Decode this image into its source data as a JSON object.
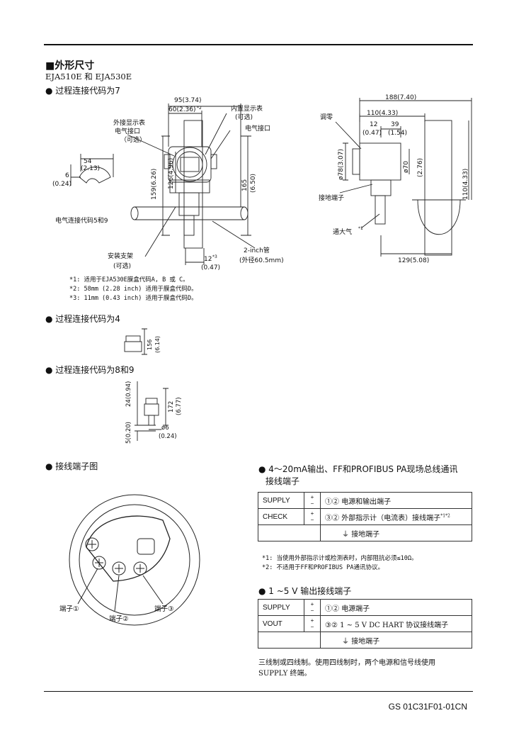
{
  "section_title": "■外形尺寸",
  "models": "EJA510E 和 EJA530E",
  "code7": {
    "heading": "● 过程连接代码为7",
    "dims_left": {
      "d95": "95(3.74)",
      "d60": "60(2.36)",
      "star2": "*2",
      "d54": "54",
      "d54in": "(2.13)",
      "d6": "6",
      "d6in": "(0.24)",
      "d159": "159(6.26)",
      "d126": "126(4.96)",
      "d165": "165",
      "d165in": "(6.50)",
      "d12": "12",
      "star3": "*3",
      "d12in": "(0.47)"
    },
    "labels_left": {
      "ext_display": "外接显示表",
      "elec_port1": "电气接口",
      "optional1": "（可选）",
      "int_display": "内置显示表",
      "optional2": "(可选)",
      "elec_port2": "电气接口",
      "elec_code": "电气连接代码5和9",
      "bracket": "安装支架",
      "optional3": "(可选)",
      "pipe": "2-inch管",
      "pipe_od": "(外径60.5mm)"
    },
    "dims_right": {
      "d188": "188(7.40)",
      "d110": "110(4.33)",
      "d12": "12",
      "d12in": "(0.47)",
      "d39": "39",
      "d39in": "(1.54)",
      "d78": "ø78(3.07)",
      "d70": "ø70",
      "d70in": "(2.76)",
      "d110v": "110(4.33)",
      "d129": "129(5.08)"
    },
    "labels_right": {
      "zero": "调零",
      "ground": "接地端子",
      "vent": "通大气",
      "vent_star": "*1"
    },
    "notes": [
      "*1:  适用于EJA530E膜盒代码A, B 或 C。",
      "*2:  58mm (2.28 inch) 适用于膜盒代码D。",
      "*3:  11mm (0.43 inch) 适用于膜盒代码D。"
    ]
  },
  "code4": {
    "heading": "● 过程连接代码为4",
    "d156": "156",
    "d156in": "(6.14)"
  },
  "code89": {
    "heading": "● 过程连接代码为8和9",
    "d24": "24(0.94)",
    "d172": "172",
    "d172in": "(6.77)",
    "d5": "5(0.20)",
    "d6": "ø6",
    "d6in": "(0.24)"
  },
  "wiring": {
    "heading": "● 接线端子图",
    "t1": "端子①",
    "t2": "端子②",
    "t3": "端子③"
  },
  "table1": {
    "heading_line1": "● 4～20mA输出、FF和PROFIBUS PA现场总线通讯",
    "heading_line2": "接线端子",
    "rows": [
      {
        "name": "SUPPLY",
        "sign": "+ −",
        "nums": "①②",
        "desc": "电源和输出端子"
      },
      {
        "name": "CHECK",
        "sign": "+ −",
        "nums": "③②",
        "desc": "外部指示计（电流表）接线端子",
        "star": "*1*2"
      },
      {
        "name": "",
        "sign": "",
        "nums": "",
        "desc": "接地端子"
      }
    ],
    "notes": [
      "*1:  当使用外部指示计或检测表时，内部阻抗必须≤10Ω。",
      "*2:  不适用于FF和PROFIBUS PA通讯协议。"
    ]
  },
  "table2": {
    "heading": "● 1 ~5 V 输出接线端子",
    "rows": [
      {
        "name": "SUPPLY",
        "sign": "+ −",
        "nums": "①②",
        "desc": "电源端子"
      },
      {
        "name": "VOUT",
        "sign": "+ −",
        "nums": "③②",
        "desc": "1 ~ 5 V DC HART 协议接线端子"
      },
      {
        "name": "",
        "sign": "",
        "nums": "",
        "desc": "接地端子"
      }
    ],
    "note_line1": "三线制或四线制。使用四线制时，两个电源和信号线使用",
    "note_line2": "SUPPLY 终端。"
  },
  "footer": "GS 01C31F01-01CN"
}
